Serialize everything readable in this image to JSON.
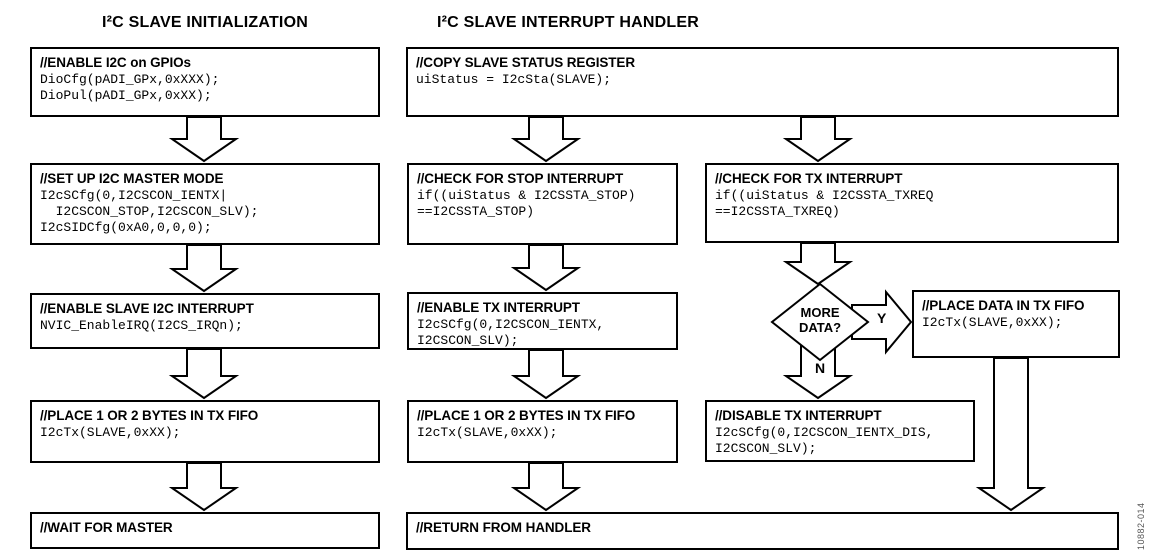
{
  "figure_number": "10882-014",
  "init": {
    "title": "I²C SLAVE INITIALIZATION",
    "boxes": {
      "enable_gpio": {
        "header": "//ENABLE I2C on GPIOs",
        "code": [
          "DioCfg(pADI_GPx,0xXXX);",
          "DioPul(pADI_GPx,0xXX);"
        ]
      },
      "setup_master": {
        "header": "//SET UP I2C MASTER MODE",
        "code": [
          "I2cSCfg(0,I2CSCON_IENTX|",
          "  I2CSCON_STOP,I2CSCON_SLV);",
          "I2cSIDCfg(0xA0,0,0,0);"
        ]
      },
      "enable_slave_irq": {
        "header": "//ENABLE SLAVE I2C INTERRUPT",
        "code": [
          "NVIC_EnableIRQ(I2CS_IRQn);"
        ]
      },
      "place_bytes": {
        "header": "//PLACE 1 OR 2 BYTES IN TX FIFO",
        "code": [
          "I2cTx(SLAVE,0xXX);"
        ]
      },
      "wait_master": {
        "header": "//WAIT FOR MASTER"
      }
    }
  },
  "handler": {
    "title": "I²C SLAVE INTERRUPT HANDLER",
    "boxes": {
      "copy_status": {
        "header": "//COPY SLAVE STATUS REGISTER",
        "code": [
          "uiStatus = I2cSta(SLAVE);"
        ]
      },
      "check_stop": {
        "header": "//CHECK FOR STOP INTERRUPT",
        "code": [
          "if((uiStatus & I2CSSTA_STOP)",
          "==I2CSSTA_STOP)"
        ]
      },
      "check_tx": {
        "header": "//CHECK FOR TX INTERRUPT",
        "code": [
          "if((uiStatus & I2CSSTA_TXREQ",
          "==I2CSSTA_TXREQ)"
        ]
      },
      "enable_tx": {
        "header": "//ENABLE TX INTERRUPT",
        "code": [
          "I2cSCfg(0,I2CSCON_IENTX,",
          "I2CSCON_SLV);"
        ]
      },
      "place_bytes": {
        "header": "//PLACE 1 OR 2 BYTES IN TX FIFO",
        "code": [
          "I2cTx(SLAVE,0xXX);"
        ]
      },
      "place_data": {
        "header": "//PLACE DATA IN TX FIFO",
        "code": [
          "I2cTx(SLAVE,0xXX);"
        ]
      },
      "disable_tx": {
        "header": "//DISABLE TX INTERRUPT",
        "code": [
          "I2cSCfg(0,I2CSCON_IENTX_DIS,",
          "I2CSCON_SLV);"
        ]
      },
      "return_handler": {
        "header": "//RETURN FROM HANDLER"
      }
    },
    "decision": {
      "label": [
        "MORE",
        "DATA?"
      ],
      "yes": "Y",
      "no": "N"
    }
  }
}
